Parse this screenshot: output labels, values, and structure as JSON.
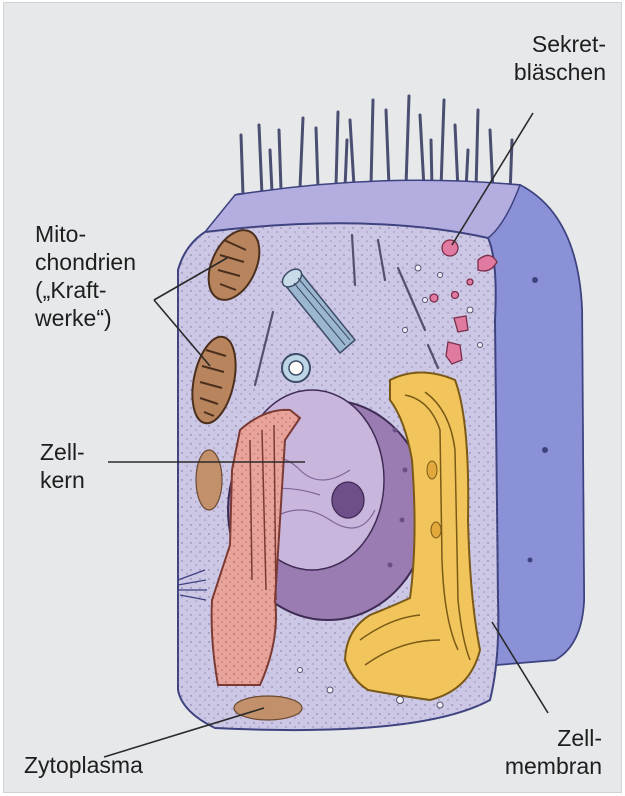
{
  "figure": {
    "background": "#e6e8ea",
    "colors": {
      "cytoplasm": "#cdc7e6",
      "membrane": "#7f86cf",
      "nucleus": "#9a7cb2",
      "er": "#e8a49a",
      "golgi": "#f2c55c",
      "mitochondria": "#b8845e",
      "vesicles": "#e07aa0"
    }
  },
  "labels": {
    "sekret": [
      "Sekret-",
      "bläschen"
    ],
    "mito": [
      "Mito-",
      "chondrien",
      "(„Kraft-",
      "werke“)"
    ],
    "zellkern": [
      "Zell-",
      "kern"
    ],
    "zytoplasma": [
      "Zytoplasma"
    ],
    "zellmembran": [
      "Zell-",
      "membran"
    ]
  }
}
